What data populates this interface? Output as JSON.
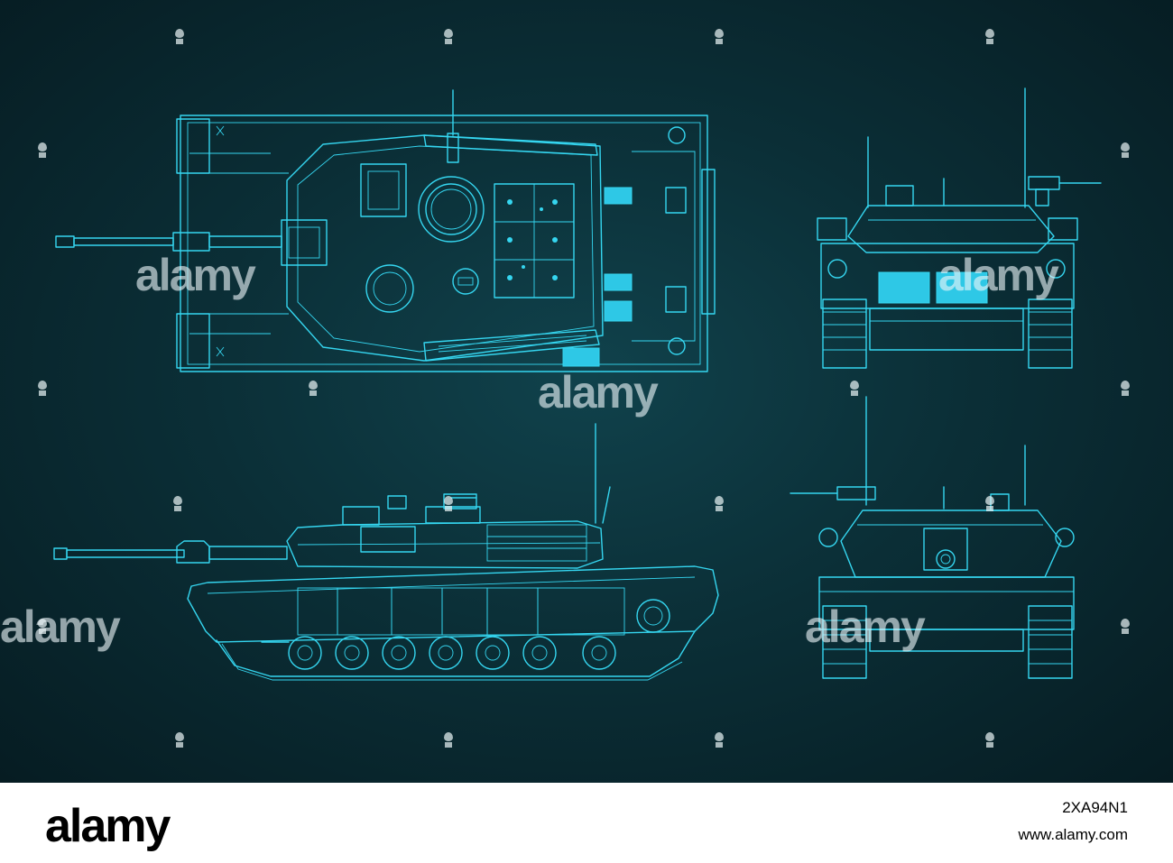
{
  "watermark": {
    "text": "alamy"
  },
  "footer": {
    "logo": "alamy",
    "image_id": "2XA94N1",
    "url": "www.alamy.com"
  },
  "colors": {
    "background": "#0b2f37",
    "line": "#35d6f0",
    "watermark": "#ecf6f8"
  }
}
